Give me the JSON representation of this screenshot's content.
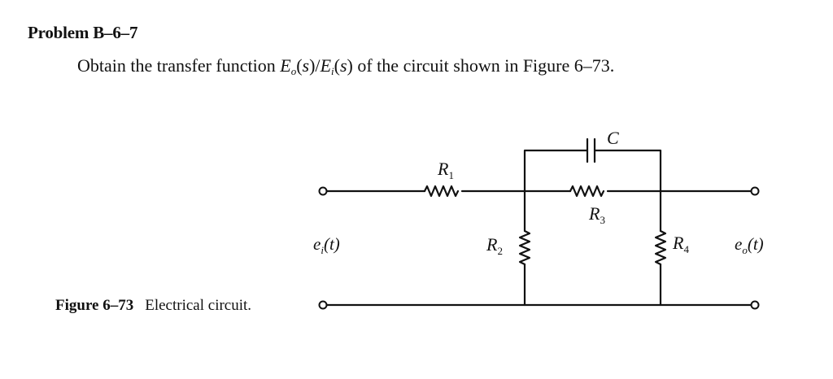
{
  "problem": {
    "title": "Problem B–6–7",
    "statement_prefix": "Obtain the transfer function ",
    "statement_suffix": " of the circuit shown in Figure 6–73."
  },
  "figure": {
    "number": "Figure 6–73",
    "caption": "Electrical circuit.",
    "labels": {
      "capacitor": "C",
      "r1": "R",
      "r1_sub": "1",
      "r2": "R",
      "r2_sub": "2",
      "r3": "R",
      "r3_sub": "3",
      "r4": "R",
      "r4_sub": "4",
      "ei": "e",
      "ei_sub": "i",
      "ei_arg": "(t)",
      "eo": "e",
      "eo_sub": "o",
      "eo_arg": "(t)"
    }
  }
}
